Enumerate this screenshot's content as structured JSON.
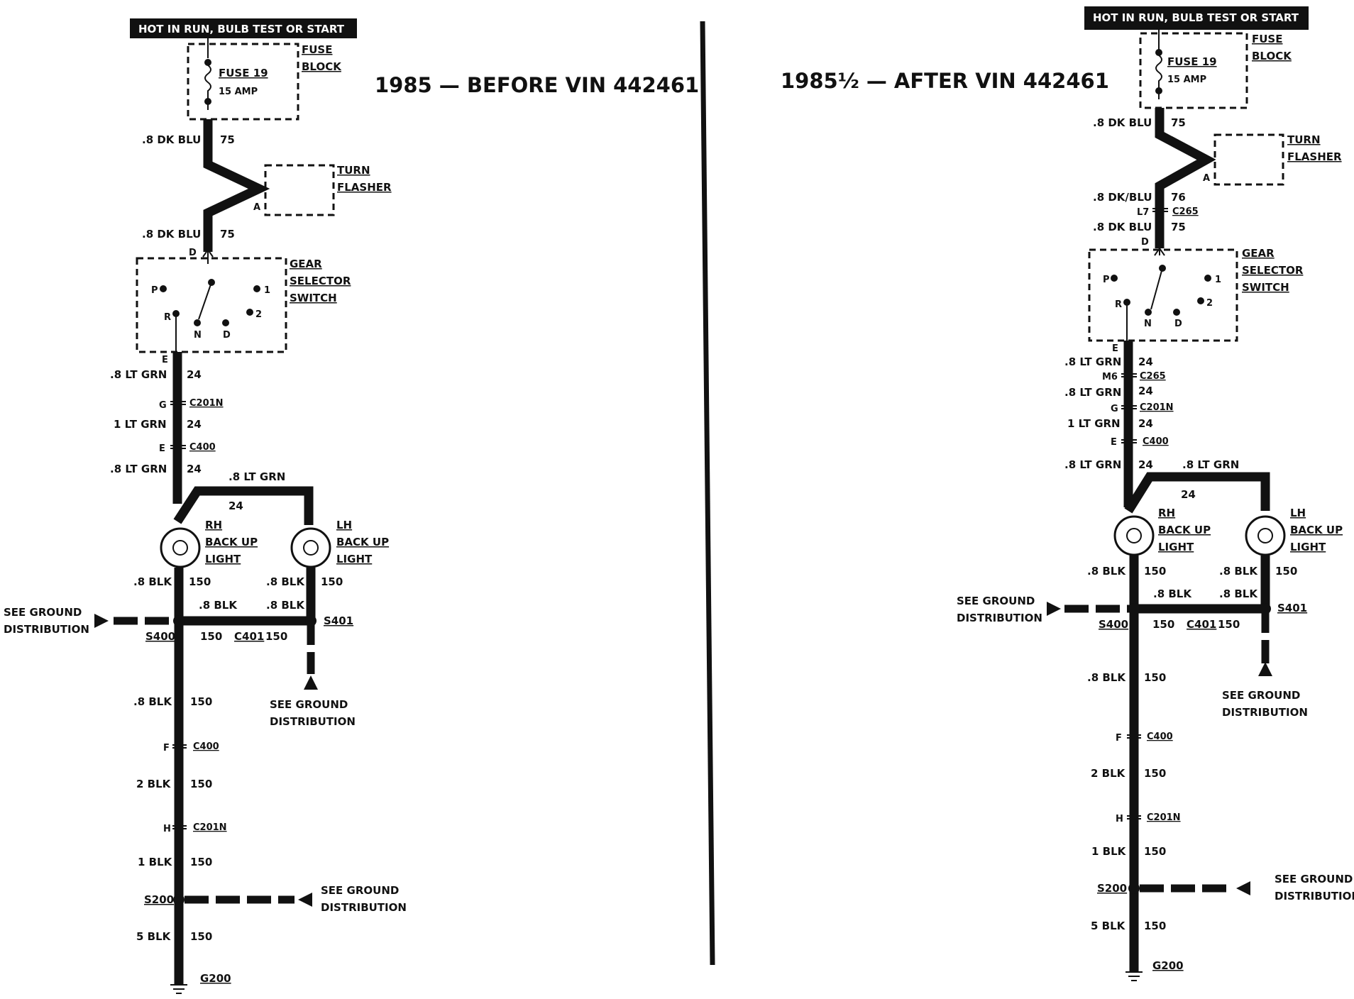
{
  "left": {
    "title": "1985 — BEFORE VIN 442461",
    "power_banner": "HOT IN RUN, BULB TEST OR START",
    "fuse_block": "FUSE BLOCK",
    "fuse_name": "FUSE 19",
    "fuse_rating": "15 AMP",
    "turn_flasher": "TURN FLASHER",
    "gear_switch": "GEAR SELECTOR SWITCH",
    "switch_positions": [
      "P",
      "R",
      "N",
      "D",
      "1",
      "2"
    ],
    "pin_a": "A",
    "pin_d": "D",
    "pin_e": "E",
    "wire_dk_blu": ".8 DK BLU",
    "circuit_75": "75",
    "wire_lt_grn": ".8 LT GRN",
    "wire_1_lt_grn": "1 LT GRN",
    "circuit_24": "24",
    "c201n": "C201N",
    "c400": "C400",
    "c401": "C401",
    "pin_g": "G",
    "pin_f": "F",
    "pin_h": "H",
    "rh_light": "RH BACK UP LIGHT",
    "lh_light": "LH BACK UP LIGHT",
    "wire_blk": ".8 BLK",
    "wire_2_blk": "2 BLK",
    "wire_1_blk": "1 BLK",
    "wire_5_blk": "5 BLK",
    "circuit_150": "150",
    "s400": "S400",
    "s401": "S401",
    "s200": "S200",
    "g200": "G200",
    "see_ground": "SEE GROUND DISTRIBUTION"
  },
  "right": {
    "title": "1985½ — AFTER VIN 442461",
    "power_banner": "HOT IN RUN, BULB TEST OR START",
    "fuse_block": "FUSE BLOCK",
    "fuse_name": "FUSE 19",
    "fuse_rating": "15 AMP",
    "turn_flasher": "TURN FLASHER",
    "gear_switch": "GEAR SELECTOR SWITCH",
    "wire_dk_blu": ".8 DK BLU",
    "wire_dk_blu_slash": ".8 DK/BLU",
    "circuit_75": "75",
    "c265": "C265",
    "pin_l7": "L7",
    "pin_m6": "M6",
    "wire_lt_grn": ".8 LT GRN",
    "wire_1_lt_grn": "1 LT GRN",
    "circuit_24": "24",
    "c201n": "C201N",
    "c400": "C400",
    "c401": "C401",
    "rh_light": "RH BACK UP LIGHT",
    "lh_light": "LH BACK UP LIGHT",
    "wire_blk": ".8 BLK",
    "wire_2_blk": "2 BLK",
    "wire_1_blk": "1 BLK",
    "wire_5_blk": "5 BLK",
    "circuit_150": "150",
    "s400": "S400",
    "s401": "S401",
    "s200": "S200",
    "g200": "G200",
    "see_ground": "SEE GROUND DISTRIBUTION"
  }
}
